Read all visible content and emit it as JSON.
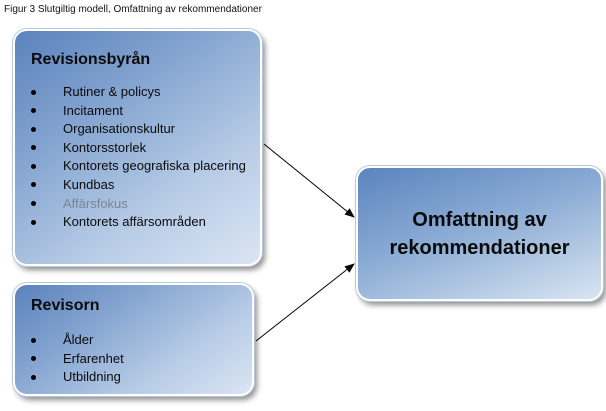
{
  "caption": "Figur 3 Slutgiltig modell, Omfattning av rekommendationer",
  "revisionsbyran": {
    "title": "Revisionsbyrån",
    "items": [
      "Rutiner & policys",
      "Incitament",
      "Organisationskultur",
      "Kontorsstorlek",
      "Kontorets geografiska placering",
      "Kundbas",
      "Affärsfokus",
      "Kontorets affärsområden"
    ]
  },
  "revisorn": {
    "title": "Revisorn",
    "items": [
      "Ålder",
      "Erfarenhet",
      "Utbildning"
    ]
  },
  "omfattning": {
    "line1": "Omfattning av",
    "line2": "rekommendationer"
  },
  "colors": {
    "box_dark": "#5d86bf",
    "box_light": "#dfe8f5",
    "muted_text": "#7b8591"
  }
}
